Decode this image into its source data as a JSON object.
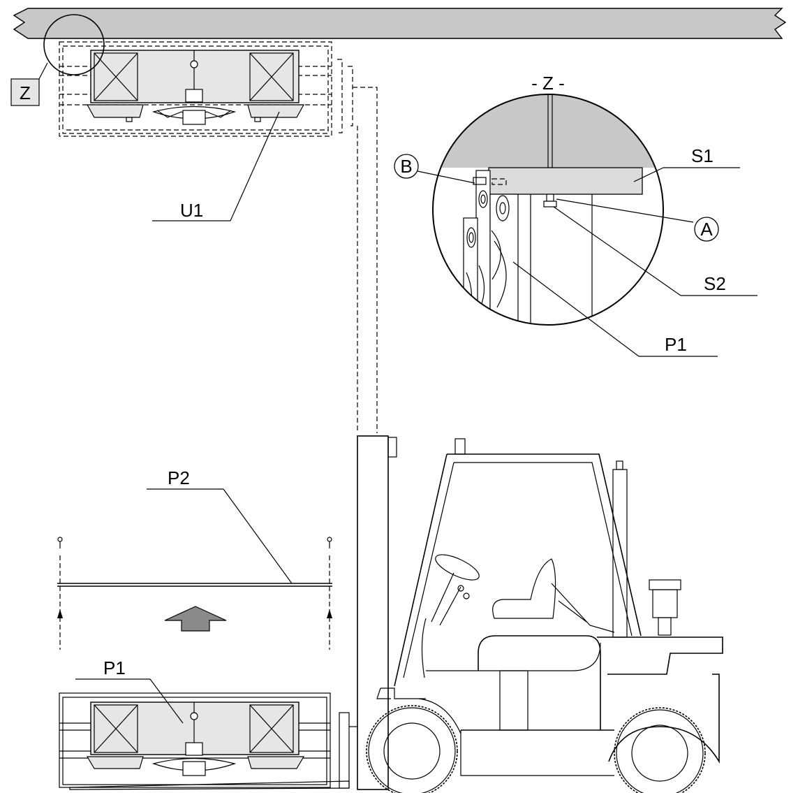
{
  "labels": {
    "z_marker": "Z",
    "detail_title": "- Z -",
    "u1": "U1",
    "s1": "S1",
    "s2": "S2",
    "a": "A",
    "b": "B",
    "p1_detail": "P1",
    "p2": "P2",
    "p1_bottom": "P1"
  },
  "colors": {
    "ceiling": "#c8c8c8",
    "unit_body": "#e6e6e6",
    "detail_fill": "#dcdcdc",
    "arrow_fill": "#8a8a8a"
  }
}
